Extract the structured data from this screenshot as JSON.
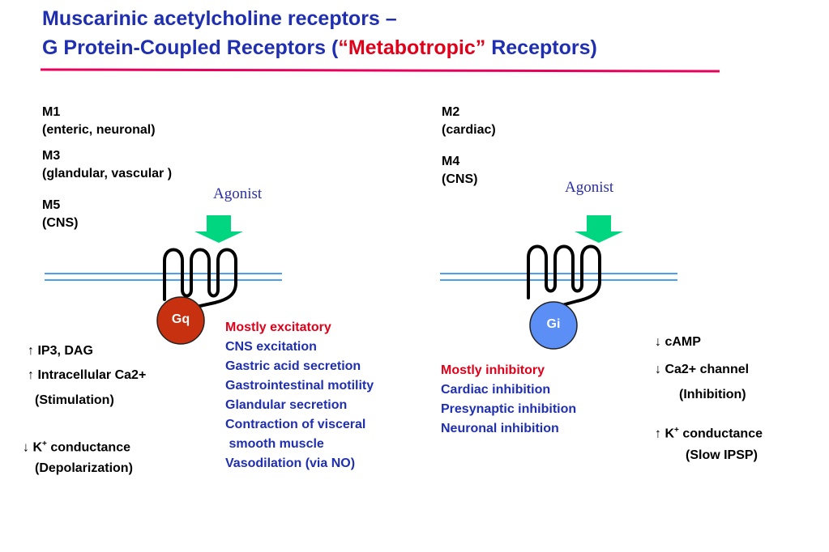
{
  "title": {
    "line1": "Muscarinic acetylcholine receptors –",
    "line2_prefix": "G Protein-Coupled Receptors (",
    "line2_highlight": "“Metabotropic”",
    "line2_suffix": " Receptors)"
  },
  "left": {
    "subtypes": [
      {
        "name": "M1",
        "desc": "(enteric, neuronal)"
      },
      {
        "name": "M3",
        "desc": "(glandular, vascular )"
      },
      {
        "name": "M5",
        "desc": "(CNS)"
      }
    ],
    "agonist": "Agonist",
    "gprotein": "Gq",
    "effects_heading": "Mostly excitatory",
    "effects": [
      "CNS excitation",
      "Gastric acid secretion",
      "Gastrointestinal motility",
      "Glandular secretion",
      "Contraction of visceral",
      " smooth muscle",
      "Vasodilation (via NO)"
    ],
    "signals": [
      {
        "arrow": "↑",
        "text": "IP3, DAG"
      },
      {
        "arrow": "↑",
        "text": "Intracellular Ca2+"
      },
      {
        "arrow": "",
        "text": "(Stimulation)"
      },
      {
        "arrow": "↓",
        "text": "K",
        "sup": "+",
        "after": "conductance"
      },
      {
        "arrow": "",
        "text": "(Depolarization)"
      }
    ]
  },
  "right": {
    "subtypes": [
      {
        "name": "M2",
        "desc": "(cardiac)"
      },
      {
        "name": "M4",
        "desc": "(CNS)"
      }
    ],
    "agonist": "Agonist",
    "gprotein": "Gi",
    "effects_heading": "Mostly inhibitory",
    "effects": [
      "Cardiac inhibition",
      "Presynaptic inhibition",
      "Neuronal inhibition"
    ],
    "signals": [
      {
        "arrow": "↓",
        "text": "cAMP"
      },
      {
        "arrow": "↓",
        "text": "Ca2+ channel"
      },
      {
        "arrow": "",
        "text": "(Inhibition)"
      },
      {
        "arrow": "↑",
        "text": "K",
        "sup": "+",
        "after": "conductance"
      },
      {
        "arrow": "",
        "text": "(Slow IPSP)"
      }
    ]
  },
  "colors": {
    "title": "#1f2fb0",
    "highlight": "#e0001a",
    "underline": "#e8005a",
    "membrane": "#4a9ff0",
    "arrow": "#00d680",
    "gq": "#c8310f",
    "gi": "#5b8ff5"
  }
}
